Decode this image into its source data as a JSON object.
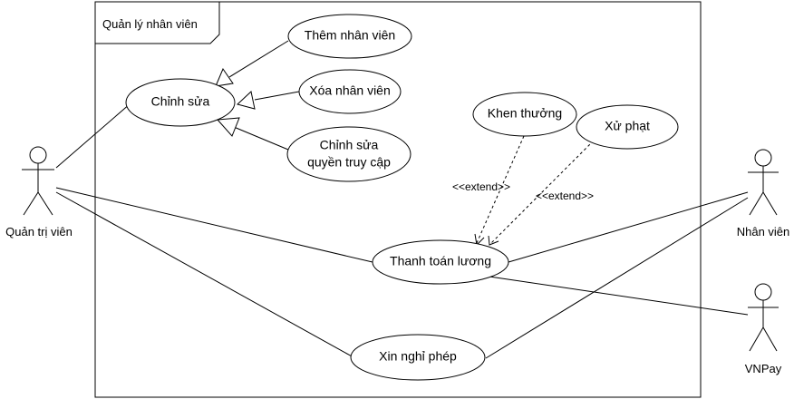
{
  "system": {
    "title": "Quản lý nhân viên"
  },
  "actors": {
    "admin": "Quản trị viên",
    "employee": "Nhân viên",
    "vnpay": "VNPay"
  },
  "use_cases": {
    "edit": "Chỉnh sửa",
    "add_employee": "Thêm nhân viên",
    "delete_employee": "Xóa nhân viên",
    "edit_access_line1": "Chỉnh sửa",
    "edit_access_line2": "quyền truy cập",
    "reward": "Khen thưởng",
    "penalty": "Xử phạt",
    "payroll": "Thanh toán lương",
    "leave": "Xin nghỉ phép"
  },
  "relations": {
    "extend_reward": "<<extend>>",
    "extend_penalty": "<<extend>>"
  }
}
